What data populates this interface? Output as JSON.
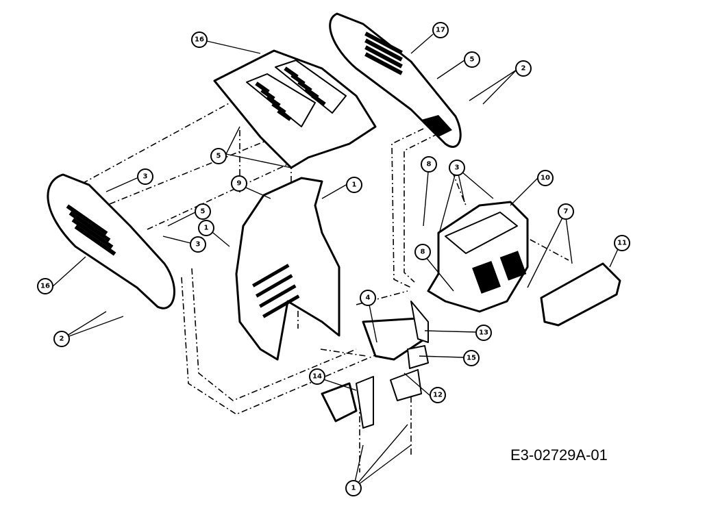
{
  "drawing_code": "E3-02729A-01",
  "callouts": [
    {
      "n": "16"
    },
    {
      "n": "17"
    },
    {
      "n": "5"
    },
    {
      "n": "2"
    },
    {
      "n": "5"
    },
    {
      "n": "3"
    },
    {
      "n": "9"
    },
    {
      "n": "1"
    },
    {
      "n": "8"
    },
    {
      "n": "3"
    },
    {
      "n": "10"
    },
    {
      "n": "5"
    },
    {
      "n": "1"
    },
    {
      "n": "3"
    },
    {
      "n": "16"
    },
    {
      "n": "8"
    },
    {
      "n": "7"
    },
    {
      "n": "11"
    },
    {
      "n": "4"
    },
    {
      "n": "13"
    },
    {
      "n": "15"
    },
    {
      "n": "2"
    },
    {
      "n": "14"
    },
    {
      "n": "12"
    },
    {
      "n": "1"
    }
  ]
}
